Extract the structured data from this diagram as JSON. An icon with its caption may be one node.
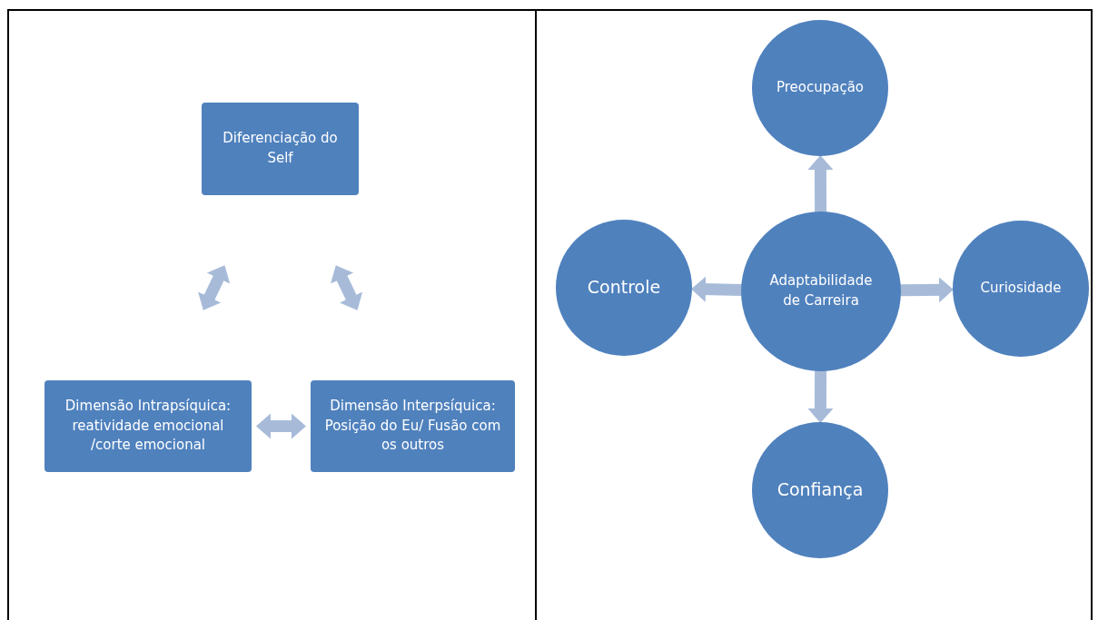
{
  "diagram": {
    "nodes": [
      {
        "text": [
          "Diferenciação do Self"
        ]
      },
      {
        "text": [
          "Dimensão Intrapsíquica: reatividade emocional /corte emocional"
        ]
      },
      {
        "text": [
          "Dimensão Interpsíquica: Posição do Eu/ Fusão com os outros"
        ]
      },
      {
        "text": [
          "Preocupação"
        ]
      },
      {
        "text": [
          "Controle"
        ]
      },
      {
        "text": [
          "Adaptabilidade de Carreira"
        ]
      },
      {
        "text": [
          "Curiosidade"
        ]
      },
      {
        "text": [
          "Confiança"
        ]
      }
    ],
    "edges": [
      {
        "from": 0,
        "to": 1,
        "arrow": "both"
      },
      {
        "from": 0,
        "to": 2,
        "arrow": "both"
      },
      {
        "from": 1,
        "to": 2,
        "arrow": "both"
      },
      {
        "from": 5,
        "to": 3,
        "arrow": "to"
      },
      {
        "from": 5,
        "to": 4,
        "arrow": "to"
      },
      {
        "from": 5,
        "to": 6,
        "arrow": "to"
      },
      {
        "from": 5,
        "to": 7,
        "arrow": "to"
      }
    ]
  }
}
